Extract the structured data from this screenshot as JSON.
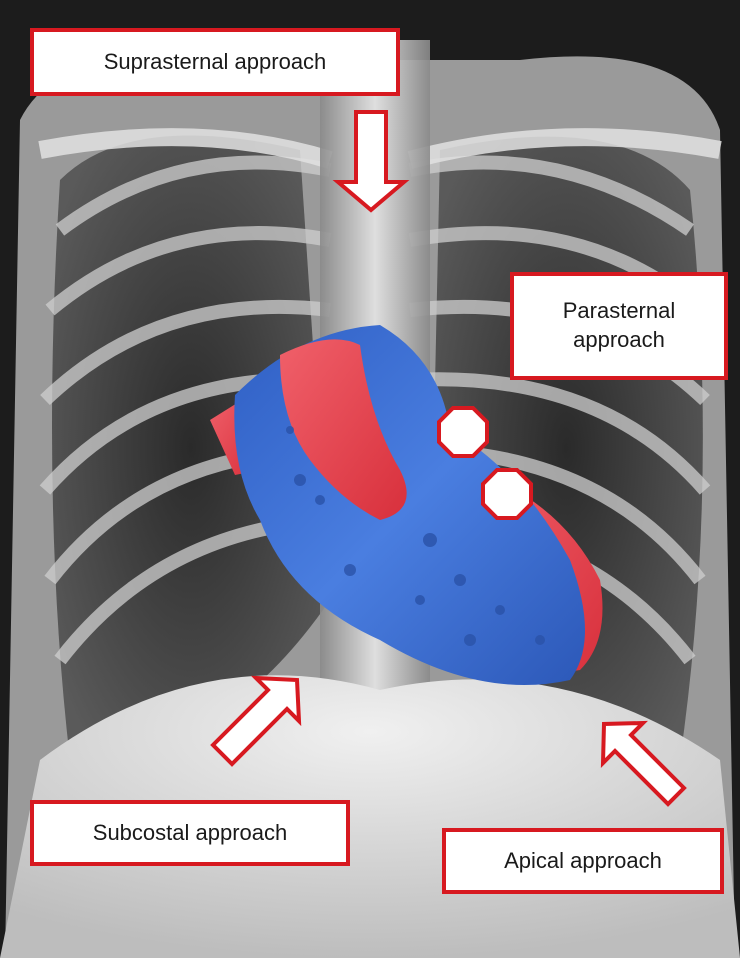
{
  "labels": {
    "suprasternal": "Suprasternal approach",
    "parasternal": "Parasternal approach",
    "subcostal": "Subcostal approach",
    "apical": "Apical approach"
  },
  "colors": {
    "label_border": "#d71920",
    "arrow_stroke": "#d71920",
    "heart_blue": "#3f6fd0",
    "heart_red": "#e8434f",
    "xray_dark": "#1c1c1c",
    "xray_bone": "#d9d9d9"
  },
  "icons": {
    "suprasternal": "arrow-down-icon",
    "subcostal": "arrow-up-right-icon",
    "apical": "arrow-up-left-icon",
    "parasternal": "octagon-marker-icon"
  }
}
